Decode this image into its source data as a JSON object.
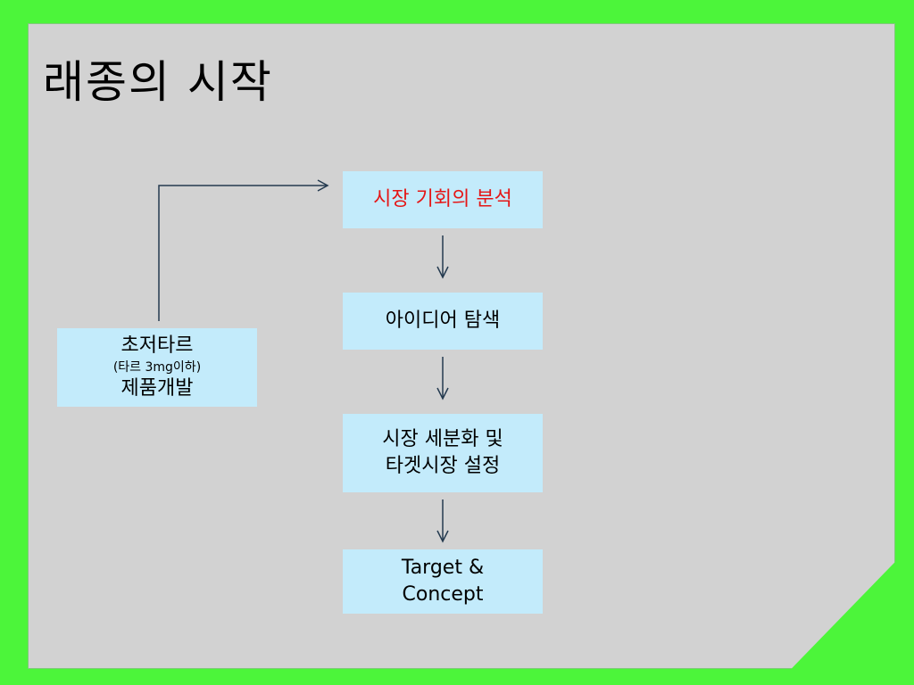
{
  "title": "래종의 시작",
  "flow": {
    "step1": "시장 기회의 분석",
    "step2": "아이디어 탐색",
    "step3_line1": "시장 세분화 및",
    "step3_line2": "타겟시장 설정",
    "step4_line1": "Target &",
    "step4_line2": "Concept"
  },
  "side": {
    "line1": "초저타르",
    "line2": "(타르 3mg이하)",
    "line3": "제품개발"
  },
  "colors": {
    "background": "#4cf53a",
    "slide": "#d2d2d2",
    "box": "#c3ebfb",
    "highlight_text": "#e51616",
    "arrow": "#243a4f"
  }
}
